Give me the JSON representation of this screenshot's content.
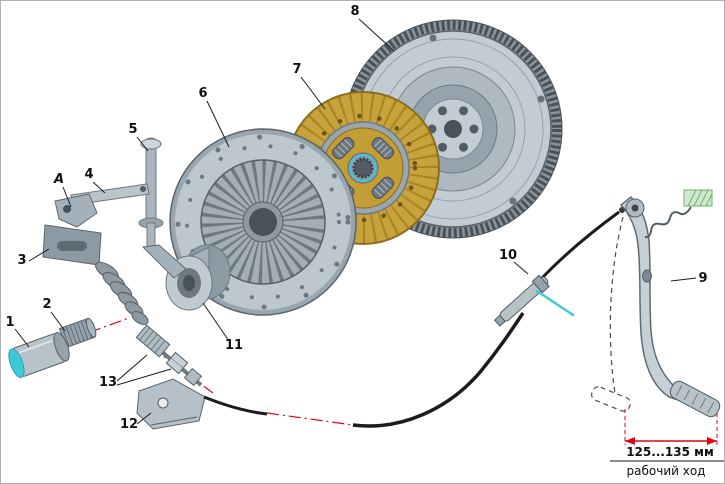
{
  "colors": {
    "metal_light": "#c6d0d7",
    "metal_mid": "#a0adb6",
    "metal_dark": "#5f6b73",
    "friction": "#c8a23c",
    "friction_dark": "#a8861f",
    "cyan": "#3fc8da",
    "red_line": "#e60014",
    "green_support": "#cfe8cf"
  },
  "callouts": {
    "n1": "1",
    "n2": "2",
    "n3": "3",
    "n4": "4",
    "n5": "5",
    "n6": "6",
    "n7": "7",
    "n8": "8",
    "n9": "9",
    "n10": "10",
    "n11": "11",
    "n12": "12",
    "n13": "13",
    "A": "A"
  },
  "annotations": {
    "dimension": "125...135 мм",
    "caption": "рабочий ход"
  }
}
